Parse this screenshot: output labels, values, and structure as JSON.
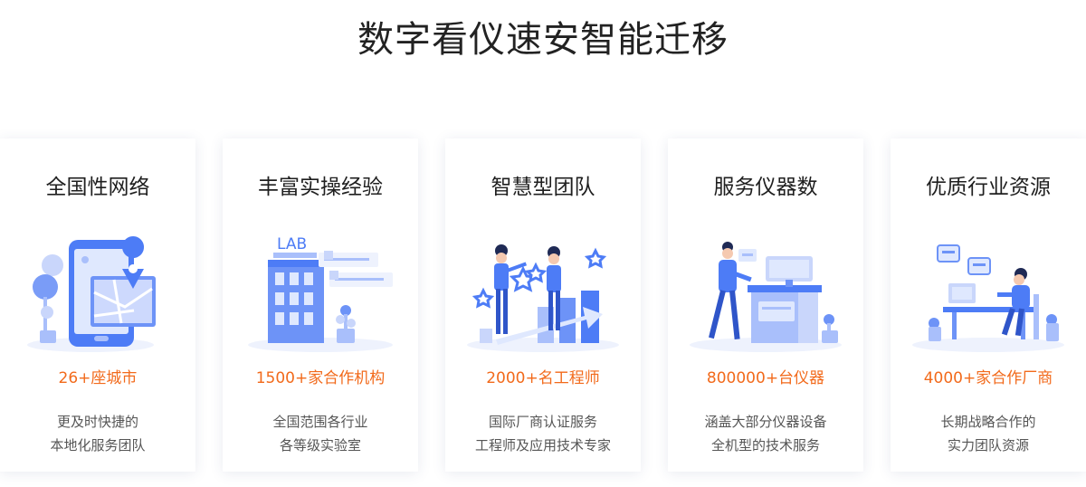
{
  "page": {
    "title": "数字看仪速安智能迁移"
  },
  "colors": {
    "accent_orange": "#f26a1b",
    "illustration_blue": "#4d7cf6",
    "light_blue": "#a9bffb"
  },
  "cards": [
    {
      "title": "全国性网络",
      "icon": "map-phone-illustration",
      "stat": "26+座城市",
      "desc_line1": "更及时快捷的",
      "desc_line2": "本地化服务团队"
    },
    {
      "title": "丰富实操经验",
      "icon": "lab-building-illustration",
      "lab_sign": "LAB",
      "stat": "1500+家合作机构",
      "desc_line1": "全国范围各行业",
      "desc_line2": "各等级实验室"
    },
    {
      "title": "智慧型团队",
      "icon": "team-chart-illustration",
      "stat": "2000+名工程师",
      "desc_line1": "国际厂商认证服务",
      "desc_line2": "工程师及应用技术专家"
    },
    {
      "title": "服务仪器数",
      "icon": "instrument-illustration",
      "stat": "800000+台仪器",
      "desc_line1": "涵盖大部分仪器设备",
      "desc_line2": "全机型的技术服务"
    },
    {
      "title": "优质行业资源",
      "icon": "support-desk-illustration",
      "stat": "4000+家合作厂商",
      "desc_line1": "长期战略合作的",
      "desc_line2": "实力团队资源"
    }
  ]
}
